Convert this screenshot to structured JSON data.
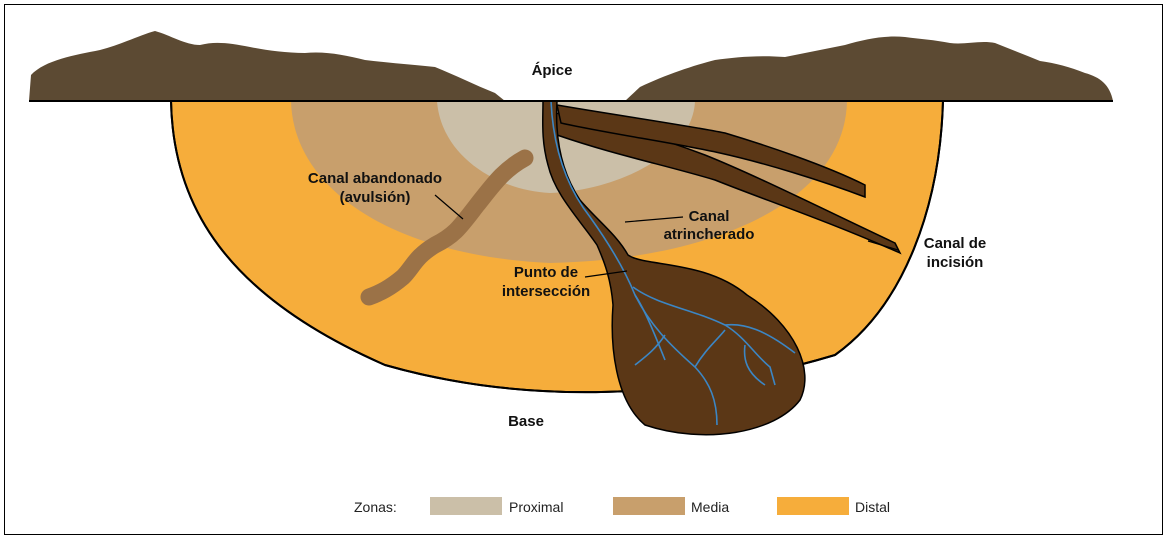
{
  "labels": {
    "apex": "Ápice",
    "abandoned_line1": "Canal abandonado",
    "abandoned_line2": "(avulsión)",
    "entrenched_line1": "Canal",
    "entrenched_line2": "atrincherado",
    "incision_line1": "Canal de",
    "incision_line2": "incisión",
    "intersection_line1": "Punto de",
    "intersection_line2": "intersección",
    "base": "Base"
  },
  "legend": {
    "title": "Zonas:",
    "items": [
      {
        "label": "Proximal",
        "color": "#cbbfa8"
      },
      {
        "label": "Media",
        "color": "#c89f6c"
      },
      {
        "label": "Distal",
        "color": "#f6ad3b"
      }
    ]
  },
  "colors": {
    "mountains": "#5c4a33",
    "fan_distal": "#f6ad3b",
    "fan_media": "#c89f6c",
    "fan_proximal": "#cbbfa8",
    "channel": "#5b3716",
    "abandoned_channel": "#9b7247",
    "stream": "#3c86c4"
  }
}
